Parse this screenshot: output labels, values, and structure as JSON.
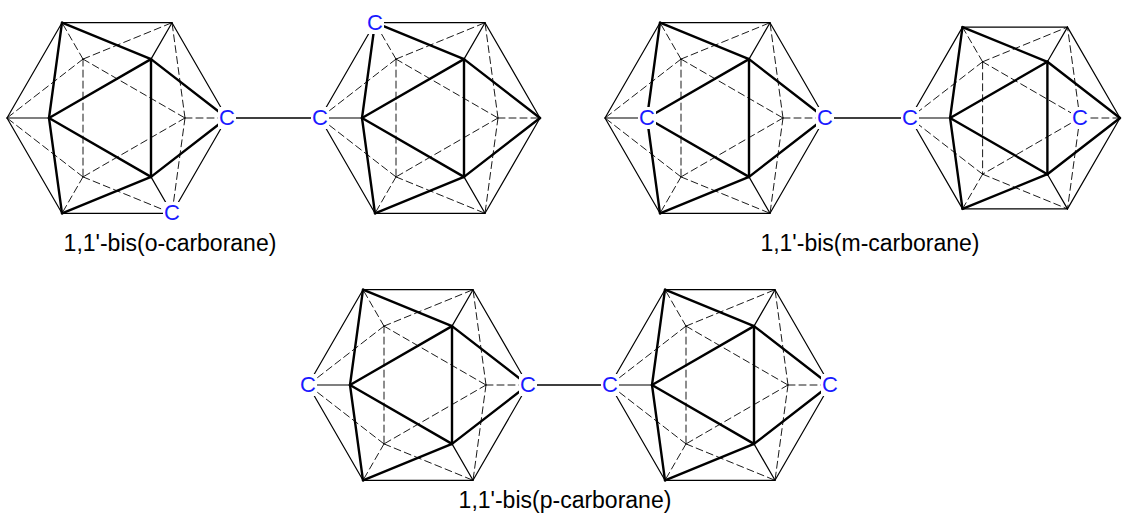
{
  "diagram": {
    "labels": [
      "C",
      "C",
      "C",
      "C",
      "C",
      "C",
      "C",
      "C",
      "1,1'-bis(o-carborane)",
      "1,1'-bis(m-carborane)",
      "C",
      "C",
      "C",
      "C",
      "1,1'-bis(p-carborane)"
    ]
  }
}
